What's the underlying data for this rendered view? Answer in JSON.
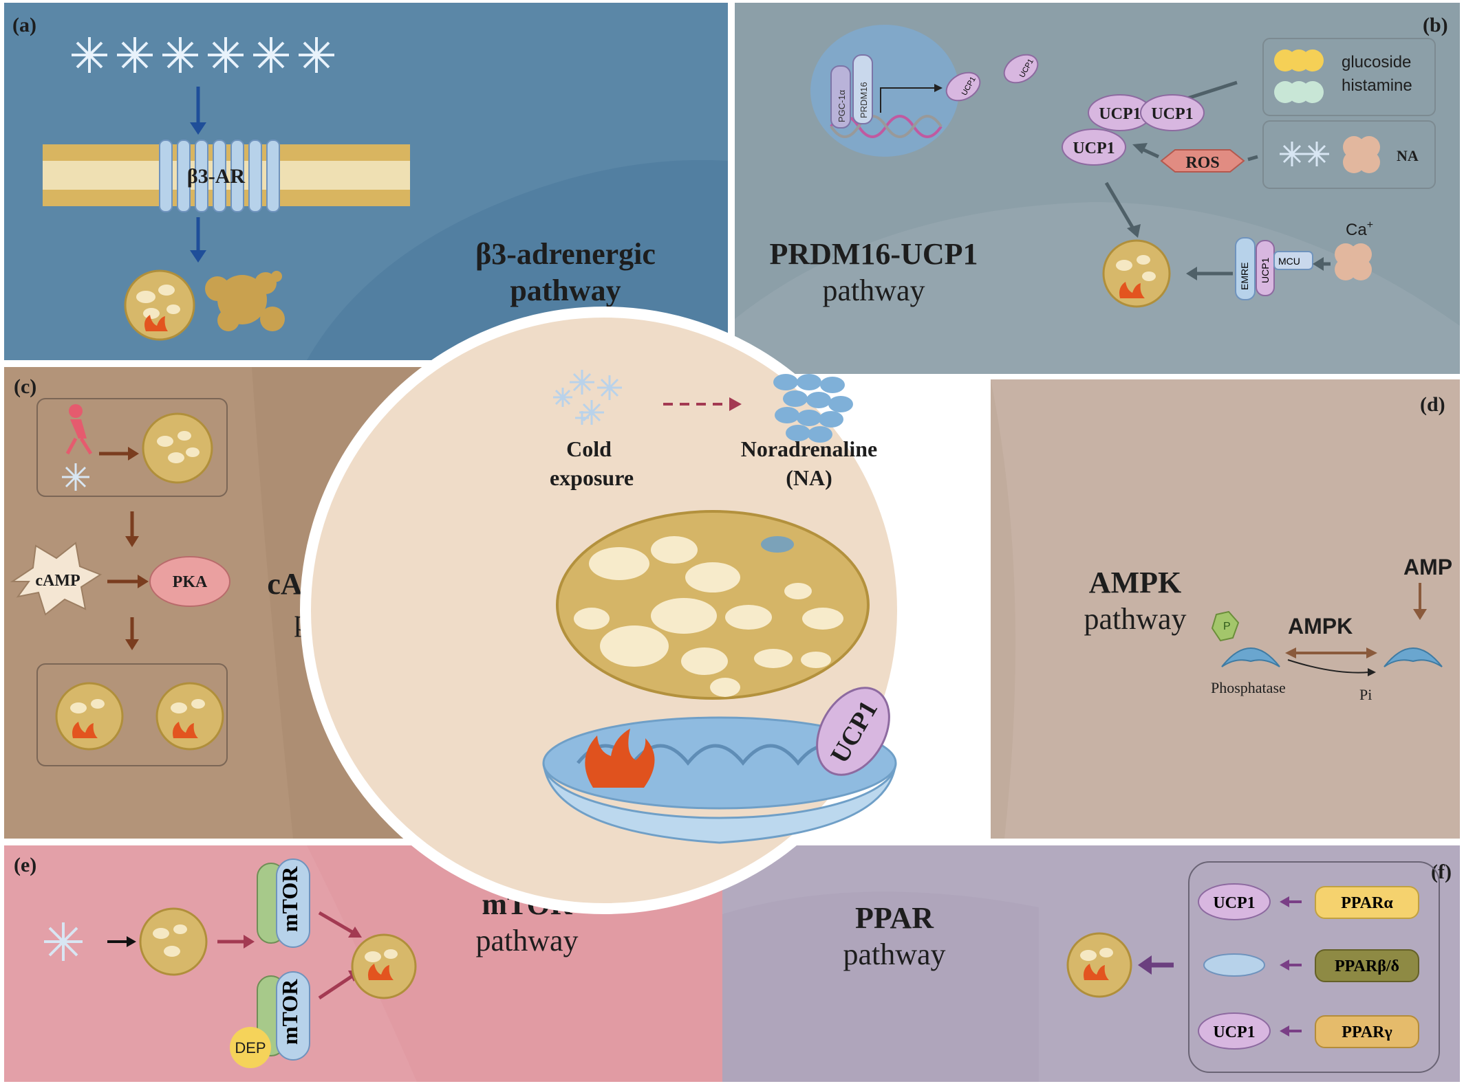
{
  "panels": {
    "a": {
      "label": "(a)",
      "title_line1": "β3-adrenergic",
      "title_line2": "pathway",
      "receptor": "β3-AR",
      "color": "#5b87a7"
    },
    "b": {
      "label": "(b)",
      "title_line1": "PRDM16-UCP1",
      "title_line2": "pathway",
      "nucleus_factors": [
        "PGC-1α",
        "PRDM16"
      ],
      "ucp1": "UCP1",
      "legend_glucoside": "glucoside",
      "legend_histamine": "histamine",
      "ucp1_cluster": [
        "UCP1",
        "UCP1",
        "UCP1"
      ],
      "ros": "ROS",
      "na": "NA",
      "ca": "Ca",
      "ca_sup": "+",
      "channel": [
        "EMRE",
        "UCP1",
        "MCU"
      ],
      "color": "#8c9fa8"
    },
    "c": {
      "label": "(c)",
      "title_line1": "cAMP-PKA",
      "title_line2": "pathway",
      "camp": "cAMP",
      "pka": "PKA",
      "color": "#b39479"
    },
    "d": {
      "label": "(d)",
      "title_line1": "AMPK",
      "title_line2": "pathway",
      "amp": "AMP",
      "ampk": "AMPK",
      "p": "P",
      "phosphatase": "Phosphatase",
      "pi": "Pi",
      "color": "#c7b2a5"
    },
    "e": {
      "label": "(e)",
      "title_line1": "mTOR",
      "title_line2": "pathway",
      "mtor": "mTOR",
      "dep": "DEP",
      "color": "#e3a0a8"
    },
    "f": {
      "label": "(f)",
      "title_line1": "PPAR",
      "title_line2": "pathway",
      "rows": [
        {
          "left": "UCP1",
          "right": "PPARα"
        },
        {
          "left": "",
          "right": "PPARβ/δ"
        },
        {
          "left": "UCP1",
          "right": "PPARγ"
        }
      ],
      "color": "#b3aabf"
    }
  },
  "center": {
    "cold_line1": "Cold",
    "cold_line2": "exposure",
    "na_line1": "Noradrenaline",
    "na_line2": "(NA)",
    "ucp1": "UCP1"
  }
}
